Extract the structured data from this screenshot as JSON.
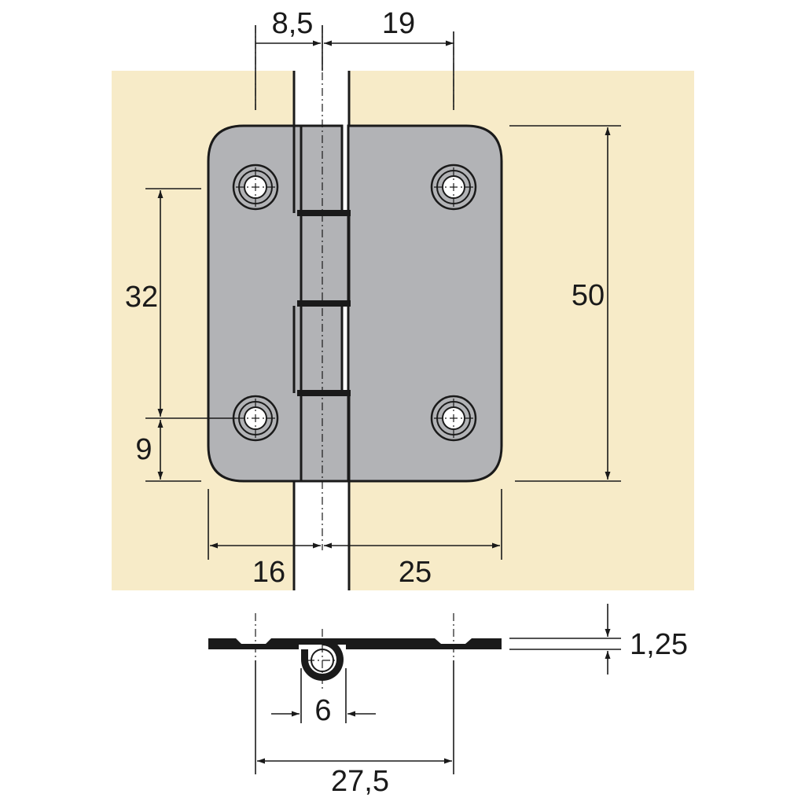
{
  "dimensions": {
    "knuckle_offset": "8,5",
    "hole_to_edge_top": "19",
    "hole_spacing_vertical": "32",
    "hole_to_bottom": "9",
    "total_height": "50",
    "left_leaf_width": "16",
    "right_leaf_width": "25",
    "thickness": "1,25",
    "knuckle_diameter": "6",
    "hole_spacing_horizontal": "27,5"
  },
  "colors": {
    "background_panel": "#f7ebc8",
    "leaf_fill": "#b2b3b6",
    "outline": "#1a1a1a",
    "page": "#ffffff"
  }
}
